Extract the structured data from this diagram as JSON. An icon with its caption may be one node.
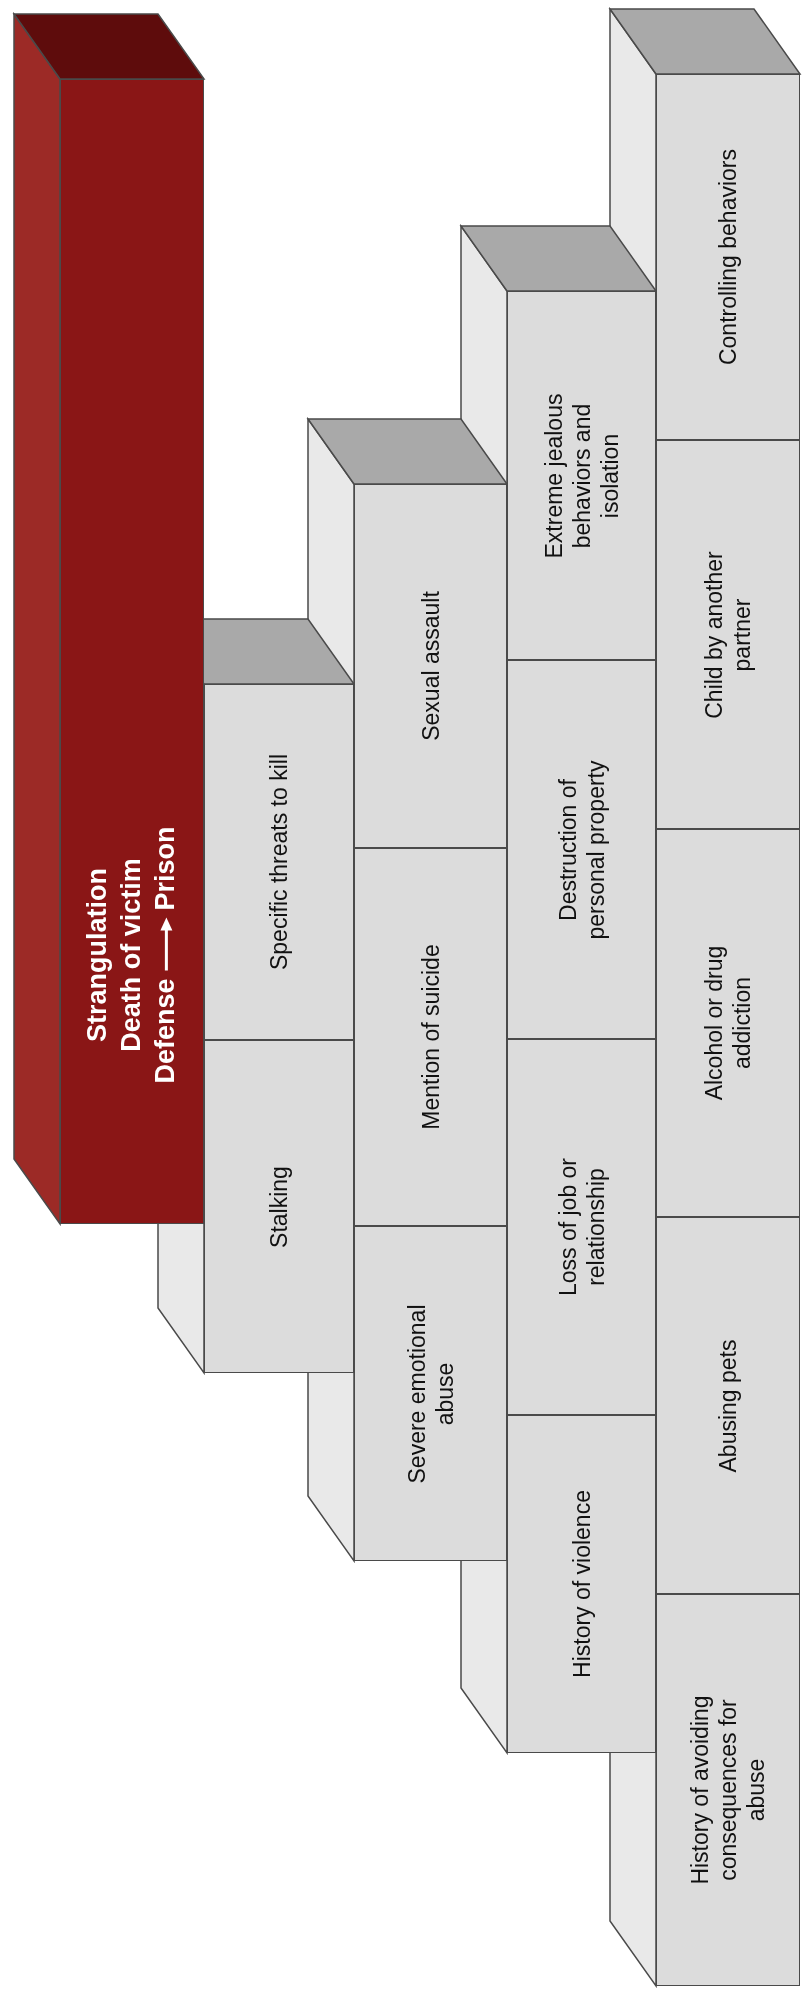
{
  "diagram": {
    "nodes": [
      {
        "text": [
          "Strangulation",
          "Death of victim",
          "Defense",
          "Prison"
        ]
      },
      {
        "text": [
          "Stalking"
        ]
      },
      {
        "text": [
          "Specific threats to kill"
        ]
      },
      {
        "text": [
          "Severe emotional abuse"
        ]
      },
      {
        "text": [
          "Mention of suicide"
        ]
      },
      {
        "text": [
          "Sexual assault"
        ]
      },
      {
        "text": [
          "History of violence"
        ]
      },
      {
        "text": [
          "Loss of job or relationship"
        ]
      },
      {
        "text": [
          "Destruction of personal property"
        ]
      },
      {
        "text": [
          "Extreme jealous behaviors and isolation"
        ]
      },
      {
        "text": [
          "History of avoiding consequences for abuse"
        ]
      },
      {
        "text": [
          "Abusing pets"
        ]
      },
      {
        "text": [
          "Alcohol or drug addiction"
        ]
      },
      {
        "text": [
          "Child by another partner"
        ]
      },
      {
        "text": [
          "Controlling behaviors"
        ]
      }
    ]
  }
}
